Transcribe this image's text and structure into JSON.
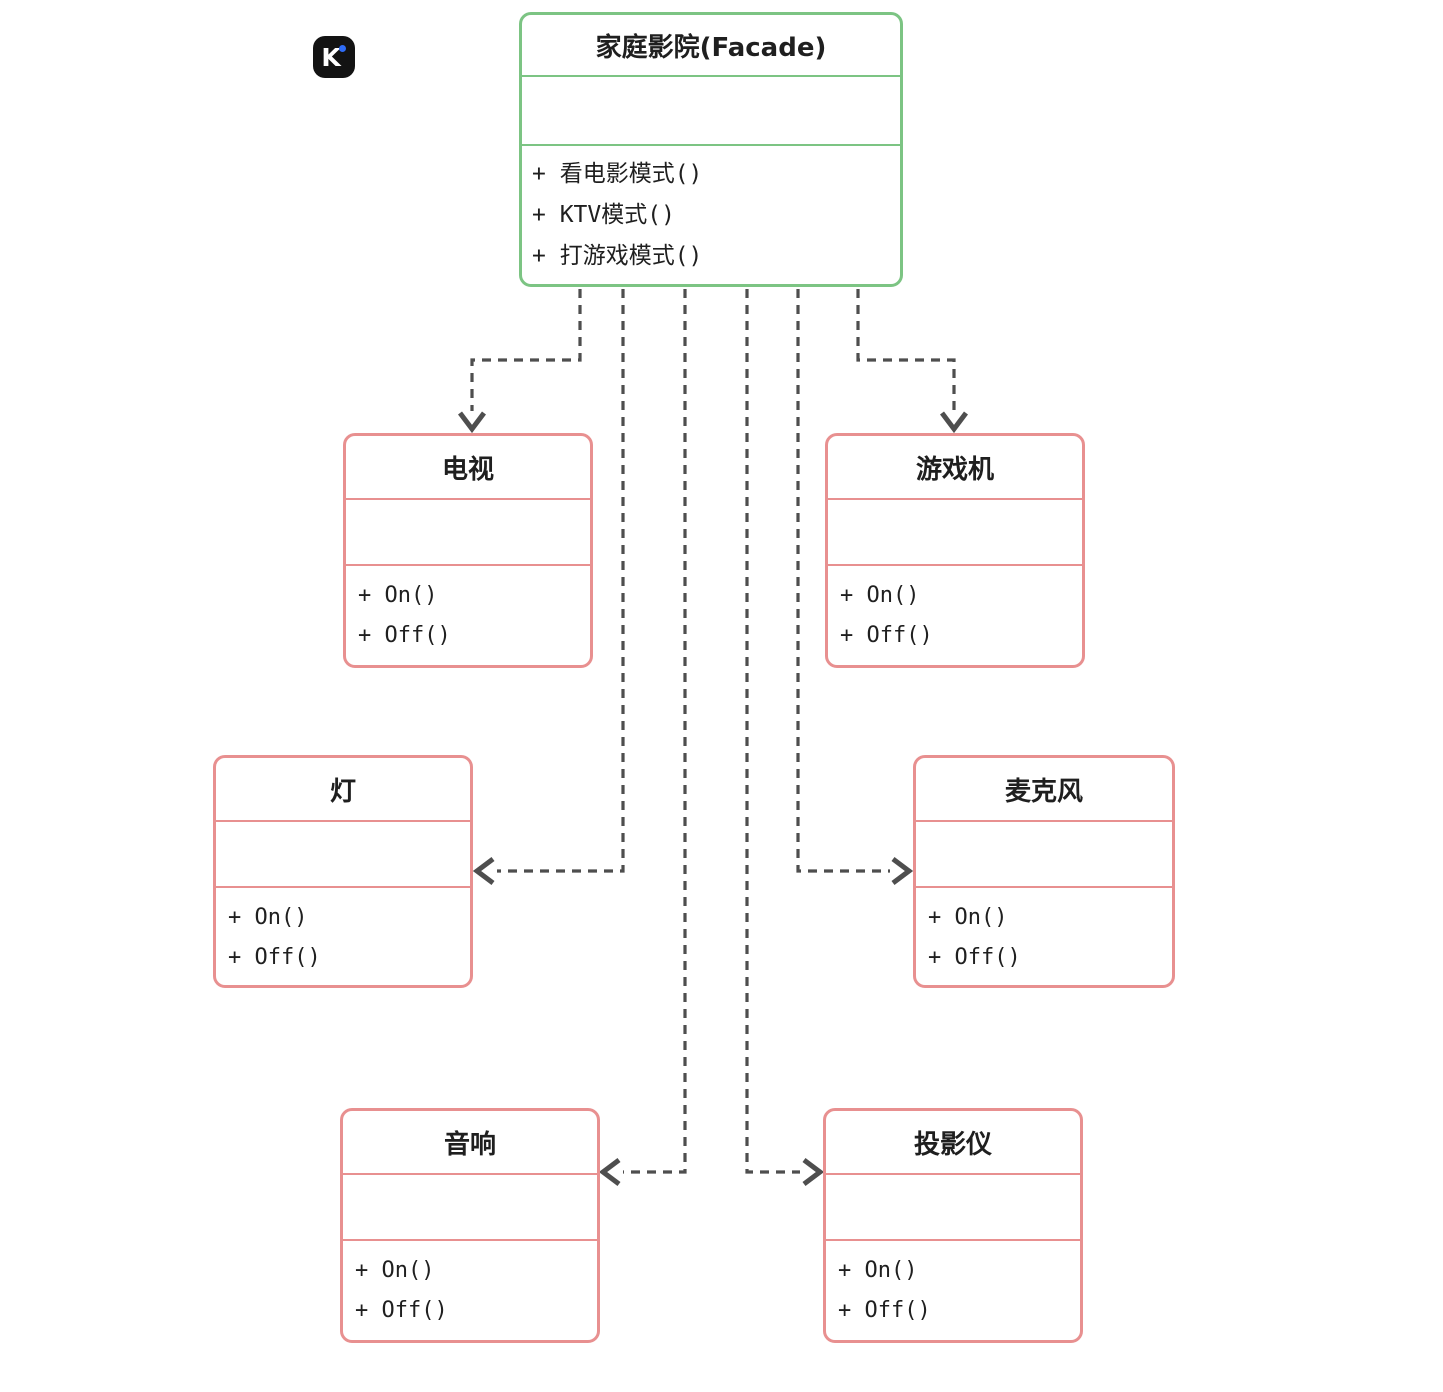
{
  "logo": {
    "letter": "K"
  },
  "colors": {
    "facade_border": "#7cc483",
    "device_border": "#e89090",
    "connector": "#4e4e4e",
    "text": "#1f1f1f",
    "logo_background": "#131313",
    "logo_dot": "#2f6cf6",
    "background": "#ffffff"
  },
  "diagram": {
    "facade": {
      "title": "家庭影院(Facade)",
      "methods": [
        "+ 看电影模式()",
        "+ KTV模式()",
        "+ 打游戏模式()"
      ]
    },
    "devices": [
      {
        "title": "电视",
        "methods": [
          "+ On()",
          "+ Off()"
        ]
      },
      {
        "title": "游戏机",
        "methods": [
          "+ On()",
          "+ Off()"
        ]
      },
      {
        "title": "灯",
        "methods": [
          "+ On()",
          "+ Off()"
        ]
      },
      {
        "title": "麦克风",
        "methods": [
          "+ On()",
          "+ Off()"
        ]
      },
      {
        "title": "音响",
        "methods": [
          "+ On()",
          "+ Off()"
        ]
      },
      {
        "title": "投影仪",
        "methods": [
          "+ On()",
          "+ Off()"
        ]
      }
    ]
  }
}
